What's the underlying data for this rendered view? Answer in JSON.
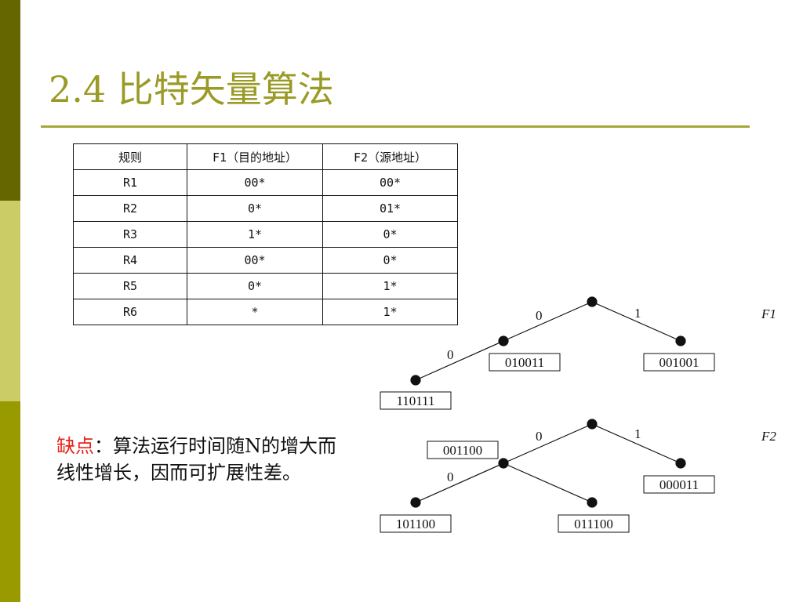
{
  "slide": {
    "title": "2.4 比特矢量算法",
    "accent_color": "#9a9a26",
    "sidebar_colors": [
      "#666600",
      "#cccc66",
      "#999900"
    ]
  },
  "rule_table": {
    "headers": [
      "规则",
      "F1（目的地址）",
      "F2（源地址）"
    ],
    "rows": [
      [
        "R1",
        "00*",
        "00*"
      ],
      [
        "R2",
        "0*",
        "01*"
      ],
      [
        "R3",
        "1*",
        "0*"
      ],
      [
        "R4",
        "00*",
        "0*"
      ],
      [
        "R5",
        "0*",
        "1*"
      ],
      [
        "R6",
        "*",
        "1*"
      ]
    ]
  },
  "note": {
    "highlight": "缺点",
    "text": "：算法运行时间随N的增大而线性增长，因而可扩展性差。",
    "highlight_color": "#e8231a"
  },
  "trees": {
    "f1": {
      "field_label": "F1",
      "edge_labels": [
        "0",
        "1",
        "0"
      ],
      "bit_vectors": [
        "010011",
        "001001",
        "110111"
      ]
    },
    "f2": {
      "field_label": "F2",
      "edge_labels": [
        "0",
        "1",
        "0"
      ],
      "bit_vectors": [
        "001100",
        "000011",
        "101100",
        "011100"
      ]
    }
  }
}
